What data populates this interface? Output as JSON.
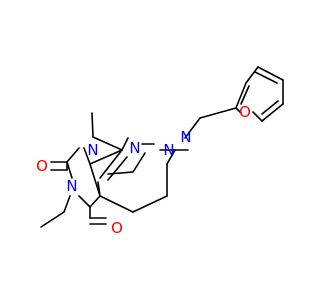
{
  "colors": {
    "bond": "#000000",
    "nitrogen": "#0000ff",
    "oxygen": "#ff0000",
    "carbon": "#000000",
    "background": "#ffffff"
  },
  "atoms": [
    {
      "id": "a_n9",
      "text": "N",
      "element": "nitrogen"
    },
    {
      "id": "a_n_ring",
      "text": "N",
      "element": "nitrogen"
    },
    {
      "id": "a_n1",
      "text": "N",
      "element": "nitrogen"
    },
    {
      "id": "a_methyl",
      "text": "CH3",
      "element": "carbon"
    },
    {
      "id": "a_o_furan",
      "text": "O",
      "element": "oxygen"
    },
    {
      "id": "a_o2",
      "text": "O",
      "element": "oxygen"
    },
    {
      "id": "a_n3",
      "text": "N",
      "element": "nitrogen"
    },
    {
      "id": "a_n7",
      "text": "N",
      "element": "nitrogen"
    },
    {
      "id": "a_o4",
      "text": "O",
      "element": "oxygen"
    }
  ]
}
